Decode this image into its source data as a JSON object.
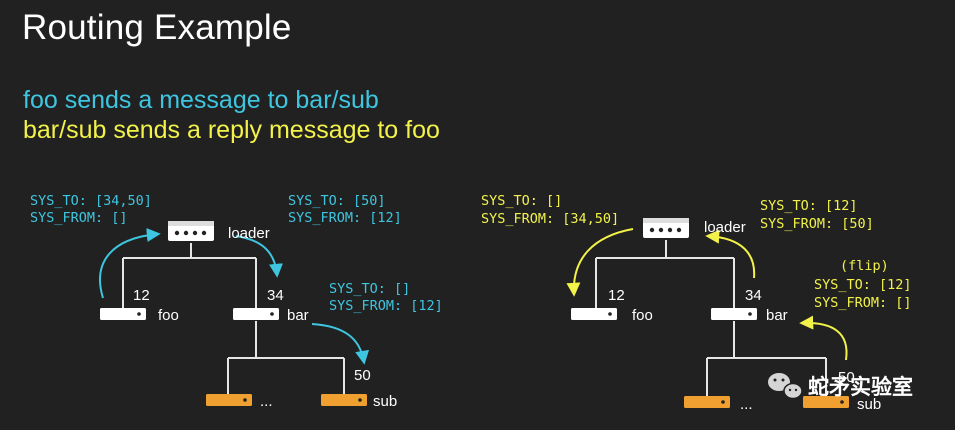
{
  "title": "Routing Example",
  "subtitle": {
    "line1": "foo sends a message to bar/sub",
    "line2": "bar/sub sends a reply message to foo"
  },
  "colors": {
    "background": "#212121",
    "send": "#3ec6e0",
    "reply": "#f2f24a",
    "router": "#ffffff",
    "leaf": "#f0a030",
    "line": "#e6e6e6"
  },
  "left": {
    "loader_label": "loader",
    "foo_label": "foo",
    "bar_label": "bar",
    "sub_label": "sub",
    "ellipsis": "...",
    "id_foo": "12",
    "id_bar": "34",
    "id_sub": "50",
    "msg1_to": "SYS_TO: [34,50]",
    "msg1_from": "SYS_FROM: []",
    "msg2_to": "SYS_TO: [50]",
    "msg2_from": "SYS_FROM: [12]",
    "msg3_to": "SYS_TO: []",
    "msg3_from": "SYS_FROM: [12]"
  },
  "right": {
    "loader_label": "loader",
    "foo_label": "foo",
    "bar_label": "bar",
    "sub_label": "sub",
    "ellipsis": "...",
    "id_foo": "12",
    "id_bar": "34",
    "id_sub": "50",
    "msg1_to": "SYS_TO: []",
    "msg1_from": "SYS_FROM: [34,50]",
    "msg2_to": "SYS_TO: [12]",
    "msg2_from": "SYS_FROM: [50]",
    "flip": "(flip)",
    "msg3_to": "SYS_TO: [12]",
    "msg3_from": "SYS_FROM: []"
  },
  "watermark": {
    "text": "蛇矛实验室",
    "icon": "wechat-icon"
  }
}
